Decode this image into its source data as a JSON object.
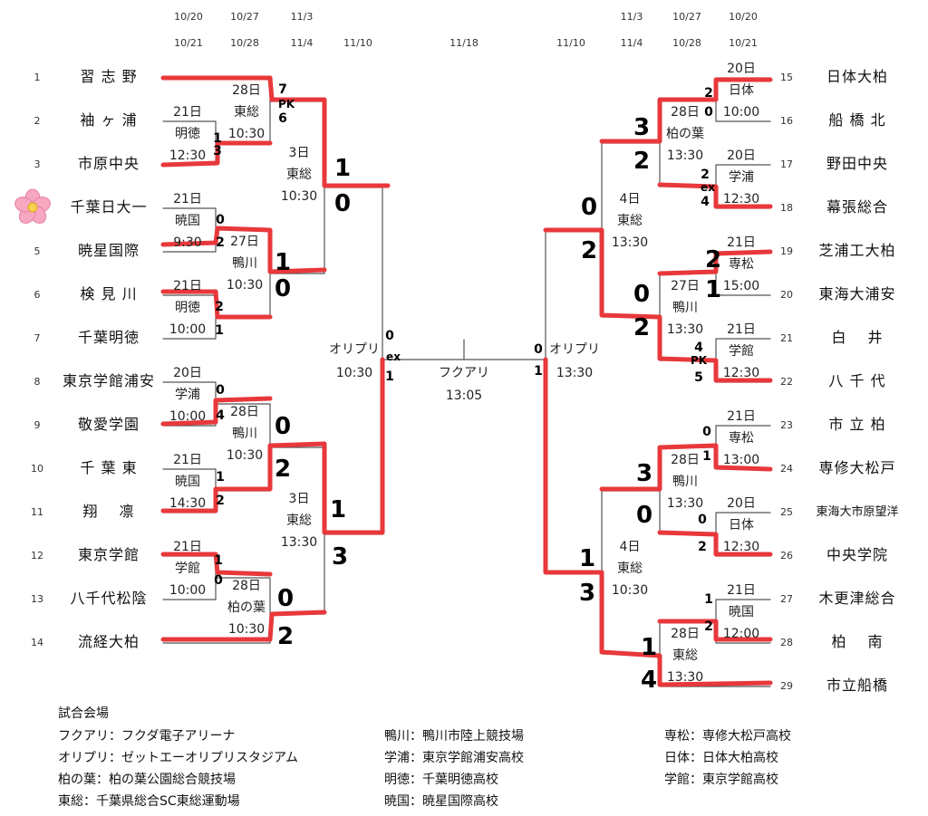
{
  "headers": {
    "left": [
      {
        "l1": "10/20",
        "l2": "10/21"
      },
      {
        "l1": "10/27",
        "l2": "10/28"
      },
      {
        "l1": "11/3",
        "l2": "11/4"
      },
      {
        "l1": "",
        "l2": "11/10"
      }
    ],
    "center": {
      "l1": "",
      "l2": "11/18"
    },
    "right": [
      {
        "l1": "",
        "l2": "11/10"
      },
      {
        "l1": "11/3",
        "l2": "11/4"
      },
      {
        "l1": "10/27",
        "l2": "10/28"
      },
      {
        "l1": "10/20",
        "l2": "10/21"
      }
    ]
  },
  "teams_left": [
    {
      "num": "1",
      "name": "習 志 野"
    },
    {
      "num": "2",
      "name": "袖 ヶ 浦"
    },
    {
      "num": "3",
      "name": "市原中央"
    },
    {
      "num": "4",
      "name": "千葉日大一"
    },
    {
      "num": "5",
      "name": "暁星国際"
    },
    {
      "num": "6",
      "name": "検 見 川"
    },
    {
      "num": "7",
      "name": "千葉明徳"
    },
    {
      "num": "8",
      "name": "東京学館浦安"
    },
    {
      "num": "9",
      "name": "敬愛学園"
    },
    {
      "num": "10",
      "name": "千 葉 東"
    },
    {
      "num": "11",
      "name": "翔 　凛"
    },
    {
      "num": "12",
      "name": "東京学館"
    },
    {
      "num": "13",
      "name": "八千代松陰"
    },
    {
      "num": "14",
      "name": "流経大柏"
    }
  ],
  "teams_right": [
    {
      "num": "15",
      "name": "日体大柏"
    },
    {
      "num": "16",
      "name": "船 橋 北"
    },
    {
      "num": "17",
      "name": "野田中央"
    },
    {
      "num": "18",
      "name": "幕張総合"
    },
    {
      "num": "19",
      "name": "芝浦工大柏"
    },
    {
      "num": "20",
      "name": "東海大浦安"
    },
    {
      "num": "21",
      "name": "白 　井"
    },
    {
      "num": "22",
      "name": "八 千 代"
    },
    {
      "num": "23",
      "name": "市 立 柏"
    },
    {
      "num": "24",
      "name": "専修大松戸"
    },
    {
      "num": "25",
      "name": "東海大市原望洋"
    },
    {
      "num": "26",
      "name": "中央学院"
    },
    {
      "num": "27",
      "name": "木更津総合"
    },
    {
      "num": "28",
      "name": "柏 　南"
    },
    {
      "num": "29",
      "name": "市立船橋"
    }
  ],
  "matches_left": [
    {
      "day": "21日",
      "venue": "明徳",
      "time": "12:30",
      "s1": "1",
      "s2": "3"
    },
    {
      "day": "21日",
      "venue": "暁国",
      "time": "9:30",
      "s1": "0",
      "s2": "2"
    },
    {
      "day": "21日",
      "venue": "明徳",
      "time": "10:00",
      "s1": "2",
      "s2": "1"
    },
    {
      "day": "20日",
      "venue": "学浦",
      "time": "10:00",
      "s1": "0",
      "s2": "4"
    },
    {
      "day": "21日",
      "venue": "暁国",
      "time": "14:30",
      "s1": "1",
      "s2": "2"
    },
    {
      "day": "21日",
      "venue": "学館",
      "time": "10:00",
      "s1": "1",
      "s2": "0"
    },
    {
      "day": "28日",
      "venue": "東総",
      "time": "10:30",
      "s1": "7",
      "ex": "PK",
      "s2": "6"
    },
    {
      "day": "27日",
      "venue": "鴨川",
      "time": "10:30",
      "s1": "1",
      "s2": "0"
    },
    {
      "day": "28日",
      "venue": "鴨川",
      "time": "10:30",
      "s1": "0",
      "s2": "2"
    },
    {
      "day": "28日",
      "venue": "柏の葉",
      "time": "10:30",
      "s1": "0",
      "s2": "2"
    },
    {
      "day": "3日",
      "venue": "東総",
      "time": "10:30",
      "s1": "1",
      "s2": "0"
    },
    {
      "day": "3日",
      "venue": "東総",
      "time": "13:30",
      "s1": "1",
      "s2": "3"
    },
    {
      "venue": "オリプリ",
      "time": "10:30",
      "s1": "0",
      "ex": "ex",
      "s2": "1"
    }
  ],
  "matches_right": [
    {
      "day": "20日",
      "venue": "日体",
      "time": "10:00",
      "s1": "2",
      "s2": "0"
    },
    {
      "day": "20日",
      "venue": "学浦",
      "time": "12:30",
      "s1": "2",
      "ex": "ex",
      "s2": "4"
    },
    {
      "day": "21日",
      "venue": "専松",
      "time": "15:00",
      "s1": "2",
      "s2": "1"
    },
    {
      "day": "21日",
      "venue": "学館",
      "time": "12:30",
      "s1": "4",
      "ex": "PK",
      "s2": "5"
    },
    {
      "day": "21日",
      "venue": "専松",
      "time": "13:00",
      "s1": "0",
      "s2": "1"
    },
    {
      "day": "20日",
      "venue": "日体",
      "time": "12:30",
      "s1": "0",
      "s2": "2"
    },
    {
      "day": "21日",
      "venue": "暁国",
      "time": "12:00",
      "s1": "1",
      "s2": "2"
    },
    {
      "day": "28日",
      "venue": "柏の葉",
      "time": "13:30",
      "s1": "3",
      "s2": "2"
    },
    {
      "day": "27日",
      "venue": "鴨川",
      "time": "13:30",
      "s1": "0",
      "s2": "2"
    },
    {
      "day": "28日",
      "venue": "鴨川",
      "time": "13:30",
      "s1": "3",
      "s2": "0"
    },
    {
      "day": "28日",
      "venue": "東総",
      "time": "13:30",
      "s1": "1",
      "s2": "4"
    },
    {
      "day": "4日",
      "venue": "東総",
      "time": "13:30",
      "s1": "0",
      "s2": "2"
    },
    {
      "day": "4日",
      "venue": "東総",
      "time": "10:30",
      "s1": "1",
      "s2": "3"
    },
    {
      "venue": "オリプリ",
      "time": "13:30",
      "s1": "0",
      "s2": "1"
    }
  ],
  "final": {
    "venue": "フクアリ",
    "time": "13:05"
  },
  "legend": {
    "title": "試合会場",
    "col1": [
      "フクアリ：フクダ電子アリーナ",
      "オリプリ：ゼットエーオリプリスタジアム",
      "柏の葉：柏の葉公園総合競技場",
      "東総：千葉県総合SC東総運動場"
    ],
    "col2": [
      "鴨川：鴨川市陸上競技場",
      "学浦：東京学館浦安高校",
      "明徳：千葉明徳高校",
      "暁国：暁星国際高校"
    ],
    "col3": [
      "専松：専修大松戸高校",
      "日体：日体大柏高校",
      "学館：東京学館高校"
    ]
  },
  "colors": {
    "winner_path": "#e8383b",
    "line": "#555555",
    "flower": "#f7a8c0"
  },
  "icons": [
    "sakura-flower-icon"
  ]
}
